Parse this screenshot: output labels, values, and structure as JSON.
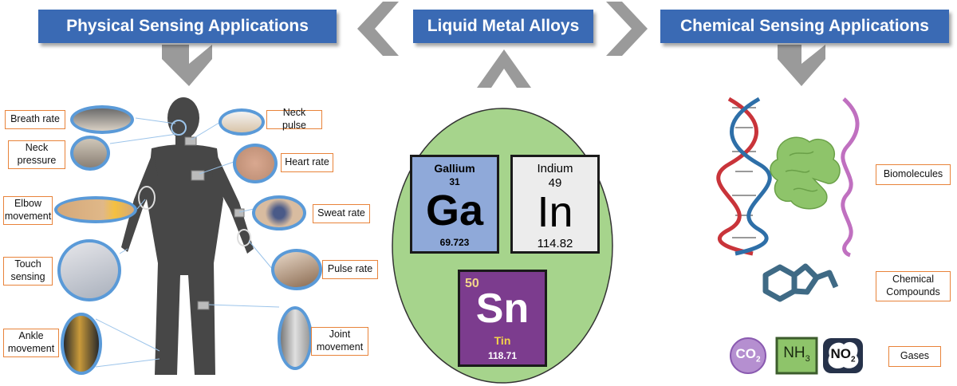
{
  "headers": {
    "physical": "Physical Sensing Applications",
    "alloys": "Liquid Metal Alloys",
    "chemical": "Chemical Sensing Applications"
  },
  "body_labels": {
    "breath_rate": "Breath rate",
    "neck_pressure": "Neck pressure",
    "elbow_movement": "Elbow movement",
    "touch_sensing": "Touch sensing",
    "ankle_movement": "Ankle movement",
    "neck_pulse": "Neck pulse",
    "heart_rate": "Heart rate",
    "sweat_rate": "Sweat rate",
    "pulse_rate": "Pulse rate",
    "joint_movement": "Joint movement"
  },
  "elements": {
    "gallium": {
      "name": "Gallium",
      "number": "31",
      "symbol": "Ga",
      "mass": "69.723",
      "color": "#8fa9d9"
    },
    "indium": {
      "name": "Indium",
      "number": "49",
      "symbol": "In",
      "mass": "114.82",
      "color": "#ececec"
    },
    "tin": {
      "name": "Tin",
      "number": "50",
      "symbol": "Sn",
      "mass": "118.71",
      "color": "#7c3c8e"
    }
  },
  "chemical_labels": {
    "biomolecules": "Biomolecules",
    "chemical_compounds": "Chemical Compounds",
    "gases": "Gases"
  },
  "gases": {
    "co2": {
      "main": "CO",
      "sub": "2"
    },
    "nh3": {
      "main": "NH",
      "sub": "3"
    },
    "no2": {
      "main": "NO",
      "sub": "2"
    }
  },
  "colors": {
    "header_blue": "#3a6ab4",
    "label_border": "#e8833a",
    "arrow_gray": "#9a9a9a",
    "oval_green": "#a6d48c",
    "dna_red": "#c9343a",
    "dna_blue": "#2e6fa8",
    "protein_green": "#8ec46a",
    "helix_purple": "#c070c0",
    "molecule_blue": "#3f6a85"
  }
}
